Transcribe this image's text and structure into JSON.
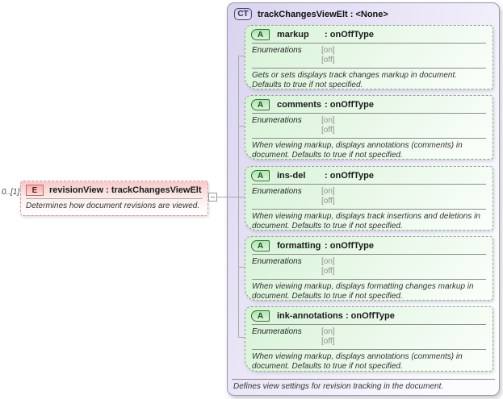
{
  "sep": " : ",
  "element": {
    "multiplicity": "0..[1]",
    "badge": "E",
    "name": "revisionView",
    "type": "trackChangesViewElt",
    "description": "Determines how document revisions are viewed."
  },
  "ct": {
    "badge": "CT",
    "name": "trackChangesViewElt",
    "type": "<None>",
    "enum_label": "Enumerations",
    "footer": "Defines view settings for revision tracking in the document.",
    "attributes": [
      {
        "badge": "A",
        "name": "markup",
        "type": "onOffType",
        "enums": [
          "[on]",
          "[off]"
        ],
        "description": "Gets or sets displays track changes markup in document. Defaults to true if not specified."
      },
      {
        "badge": "A",
        "name": "comments",
        "type": "onOffType",
        "enums": [
          "[on]",
          "[off]"
        ],
        "description": "When viewing markup, displays annotations (comments) in document. Defaults to true if not specified."
      },
      {
        "badge": "A",
        "name": "ins-del",
        "type": "onOffType",
        "enums": [
          "[on]",
          "[off]"
        ],
        "description": "When viewing markup, displays track insertions and deletions in document. Defaults to true if not specified."
      },
      {
        "badge": "A",
        "name": "formatting",
        "type": "onOffType",
        "enums": [
          "[on]",
          "[off]"
        ],
        "description": "When viewing markup, displays formatting changes markup in document. Defaults to true if not specified."
      },
      {
        "badge": "A",
        "name": "ink-annotations",
        "type": "onOffType",
        "enums": [
          "[on]",
          "[off]"
        ],
        "description": "When viewing markup, displays annotations (comments) in document. Defaults to true if not specified."
      }
    ]
  },
  "colors": {
    "element_pink": "#f7c9c9",
    "attribute_green": "#d6f3d6",
    "container_lavender": "#d9d3ef",
    "connector_gray": "#aaaaaa",
    "enum_value_gray": "#8f8f8f"
  }
}
